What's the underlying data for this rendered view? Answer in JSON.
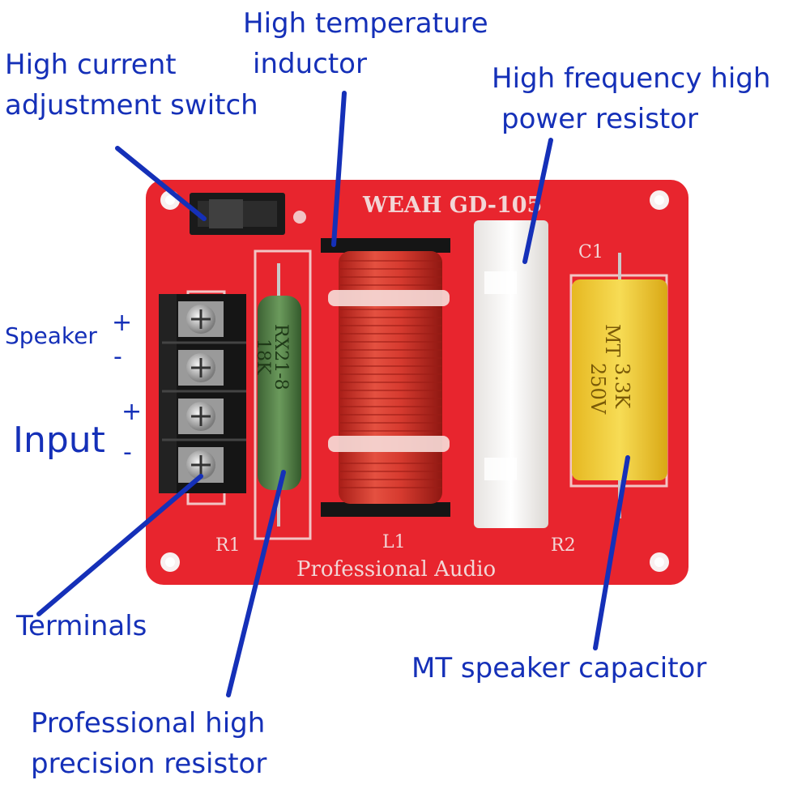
{
  "callouts": {
    "switch": [
      "High current",
      "adjustment switch"
    ],
    "inductor": [
      "High temperature",
      "inductor"
    ],
    "power_resistor": [
      "High frequency high",
      "power resistor"
    ],
    "terminals": [
      "Terminals"
    ],
    "precision_resistor": [
      "Professional high",
      "precision resistor"
    ],
    "capacitor": [
      "MT speaker capacitor"
    ]
  },
  "terminal_labels": {
    "speaker": "Speaker",
    "input": "Input",
    "plus": "+",
    "minus": "-"
  },
  "board": {
    "model": "WEAH  GD-105",
    "footer": "Professional  Audio",
    "r1": "R1",
    "l1": "L1",
    "r2": "R2",
    "c1": "C1",
    "capacitor_text": [
      "MT",
      "3.3K",
      "250V"
    ],
    "resistor_text": [
      "RX21-8",
      "18K"
    ]
  },
  "colors": {
    "label_blue": "#1530b8",
    "board_red": "#e8252e",
    "coil_copper": "#d63a2f",
    "capacitor_yellow": "#f3d23a",
    "resistor_green": "#4f7a43"
  }
}
